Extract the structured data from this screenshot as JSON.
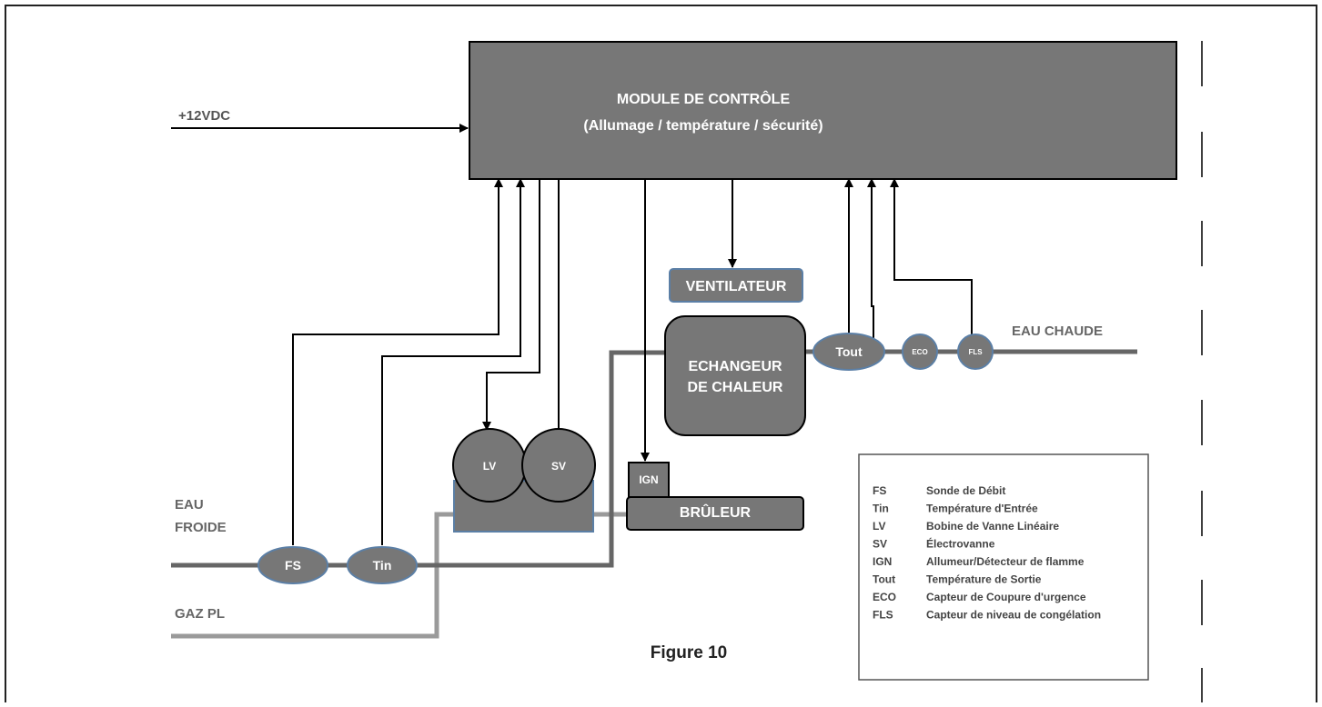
{
  "control_module": {
    "title": "MODULE DE CONTRÔLE",
    "subtitle": "(Allumage / température / sécurité)"
  },
  "power_label": "+12VDC",
  "fan_label": "VENTILATEUR",
  "exchanger": {
    "line1": "ECHANGEUR",
    "line2": "DE CHALEUR"
  },
  "burner_label": "BRÛLEUR",
  "igniter_label": "IGN",
  "valves": {
    "lv": "LV",
    "sv": "SV"
  },
  "sensors": {
    "fs": "FS",
    "tin": "Tin",
    "tout": "Tout",
    "eco": "ECO",
    "fls": "FLS"
  },
  "pipes": {
    "cold_water_line1": "EAU",
    "cold_water_line2": "FROIDE",
    "hot_water": "EAU CHAUDE",
    "gas": "GAZ PL"
  },
  "figure_caption": "Figure 10",
  "legend": [
    {
      "abbr": "FS",
      "desc": "Sonde de Débit"
    },
    {
      "abbr": "Tin",
      "desc": "Température d'Entrée"
    },
    {
      "abbr": "LV",
      "desc": "Bobine de Vanne Linéaire"
    },
    {
      "abbr": "SV",
      "desc": "Électrovanne"
    },
    {
      "abbr": "IGN",
      "desc": "Allumeur/Détecteur de flamme"
    },
    {
      "abbr": "Tout",
      "desc": "Température de Sortie"
    },
    {
      "abbr": "ECO",
      "desc": "Capteur de Coupure d'urgence"
    },
    {
      "abbr": "FLS",
      "desc": "Capteur de niveau de congélation"
    }
  ],
  "colors": {
    "box_fill": "#777777",
    "box_border": "#5b7fa6",
    "pipe": "#666666",
    "gas_pipe": "#9a9a9a",
    "wire": "#000000"
  }
}
